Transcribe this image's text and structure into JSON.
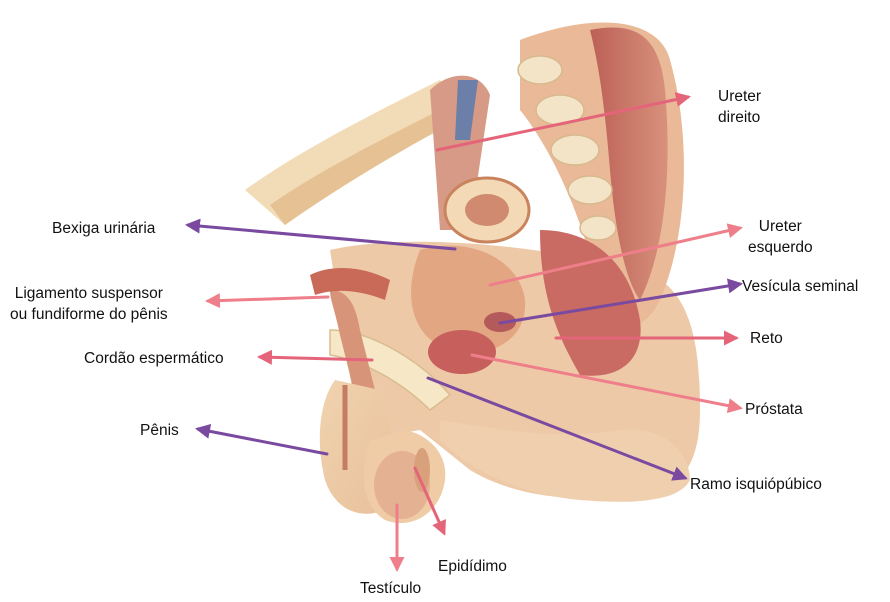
{
  "labels": {
    "ureter_direito": [
      "Ureter",
      "direito"
    ],
    "bexiga_urinaria": "Bexiga urinária",
    "ureter_esquerdo": [
      "Ureter",
      "esquerdo"
    ],
    "ligamento": [
      "Ligamento suspensor",
      "ou fundiforme do pênis"
    ],
    "vesicula_seminal": "Vesícula seminal",
    "reto": "Reto",
    "cordao_espermatico": "Cordão espermático",
    "prostata": "Próstata",
    "penis": "Pênis",
    "ramo_isquiopubico": "Ramo isquiópúbico",
    "epididimo": "Epidídimo",
    "testiculo": "Testículo"
  },
  "colors": {
    "arrow_pink": "#ee7f8a",
    "arrow_rose": "#e4647a",
    "arrow_purple": "#7a4aa0"
  }
}
